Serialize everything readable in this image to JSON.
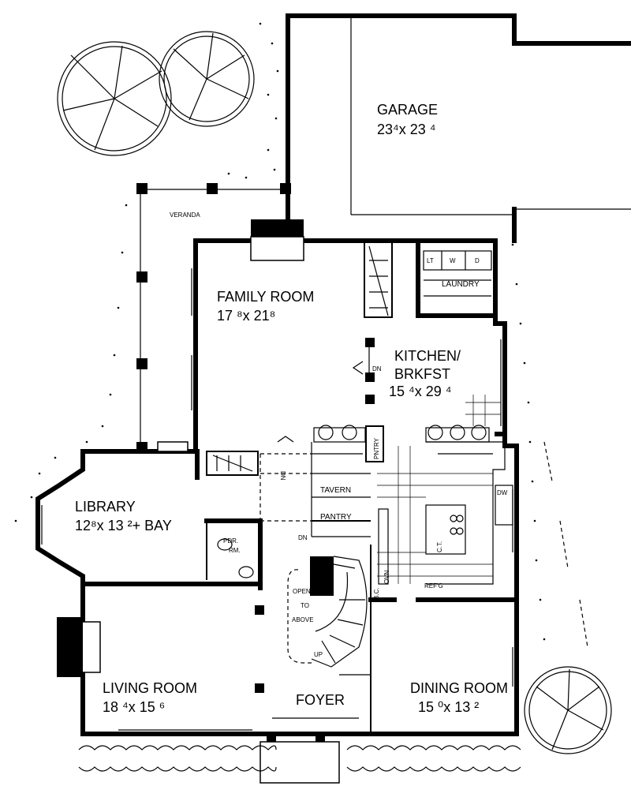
{
  "rooms": {
    "garage": {
      "name": "GARAGE",
      "size": "23⁴x 23 ⁴"
    },
    "veranda": {
      "name": "VERANDA"
    },
    "family_room": {
      "name": "FAMILY ROOM",
      "size": "17 ⁸x 21⁸"
    },
    "kitchen": {
      "name_line1": "KITCHEN/",
      "name_line2": "BRKFST",
      "size": "15 ⁴x 29 ⁴"
    },
    "library": {
      "name": "LIBRARY",
      "size": "12⁸x 13 ²+ BAY"
    },
    "living_room": {
      "name": "LIVING ROOM",
      "size": "18 ⁴x 15 ⁶"
    },
    "foyer": {
      "name": "FOYER"
    },
    "dining_room": {
      "name": "DINING ROOM",
      "size": "15 ⁰x 13 ²"
    }
  },
  "labels": {
    "laundry": "LAUNDRY",
    "lt": "LT",
    "w": "W",
    "d": "D",
    "tavern": "TAVERN",
    "pantry": "PANTRY",
    "pntry": "PNTRY",
    "pdr_rm_1": "PDR.",
    "pdr_rm_2": "RM.",
    "dn_kitchen": "DN",
    "dn_hall": "DN",
    "dn_stair": "DN",
    "open_1": "OPEN",
    "open_2": "TO",
    "open_3": "ABOVE",
    "up": "UP",
    "oven": "OVN",
    "bc": "B.C.",
    "refg": "REF'G",
    "ct": "C.T.",
    "dw": "DW"
  }
}
